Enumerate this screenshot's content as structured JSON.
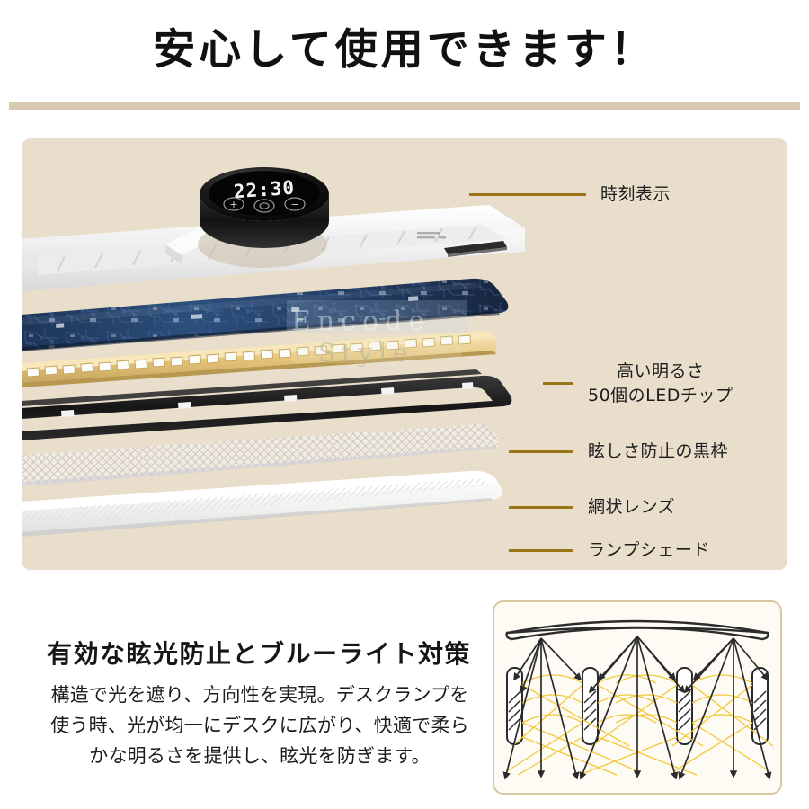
{
  "header": {
    "title": "安心して使用できます！"
  },
  "hero": {
    "watermark_line1": "Encode",
    "watermark_line2": "Style",
    "clock_display": "22:30",
    "buttons": [
      {
        "name": "plus-button",
        "glyph": "+"
      },
      {
        "name": "power-button",
        "glyph": "◉"
      },
      {
        "name": "minus-button",
        "glyph": "−"
      }
    ],
    "callouts": [
      {
        "id": "time-display",
        "label": "時刻表示",
        "leader_width": 130
      },
      {
        "id": "led-chips",
        "label": "高い明るさ\n50個のLEDチップ",
        "leader_width": 34
      },
      {
        "id": "black-frame",
        "label": "眩しさ防止の黒枠",
        "leader_width": 72
      },
      {
        "id": "mesh-lens",
        "label": "網状レンズ",
        "leader_width": 72
      },
      {
        "id": "lamp-shade",
        "label": "ランプシェード",
        "leader_width": 72
      }
    ]
  },
  "feature": {
    "title": "有効な眩光防止とブルーライト対策",
    "body": "構造で光を遮り、方向性を実現。デスクランプを使う時、光が均一にデスクに広がり、快適で柔らかな明るさを提供し、眩光を防ぎます。"
  },
  "colors": {
    "panel_bg": "#e9decb",
    "divider": "#d8cab3",
    "leader": "#9a7418",
    "ray_black": "#2b2b2b",
    "ray_yellow": "#f2c530",
    "page_bg": "#ffffff"
  }
}
